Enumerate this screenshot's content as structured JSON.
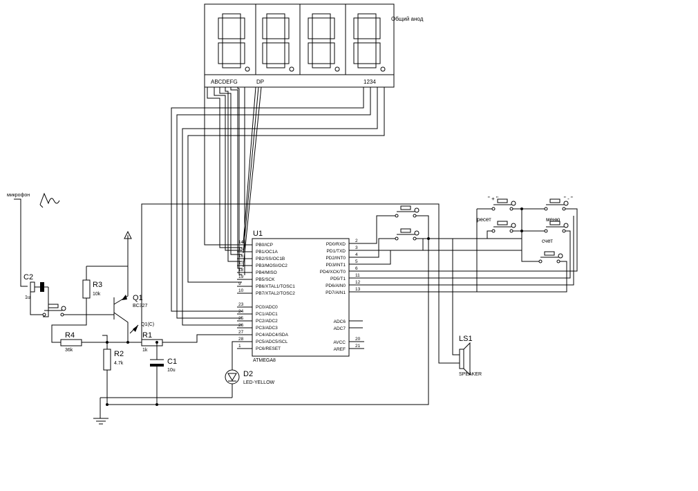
{
  "display": {
    "label": "Общий анод",
    "segment_pins": "ABCDEFG",
    "dp_pin": "DP",
    "digit_pins": "1234"
  },
  "mic": {
    "label": "микрофон"
  },
  "c2": {
    "ref": "C2",
    "value": "1u"
  },
  "r3": {
    "ref": "R3",
    "value": "10k"
  },
  "q1": {
    "ref": "Q1",
    "value": "BC327",
    "pin_label": "Q1(C)"
  },
  "r4": {
    "ref": "R4",
    "value": "36k"
  },
  "r2": {
    "ref": "R2",
    "value": "4.7k"
  },
  "r1": {
    "ref": "R1",
    "value": "1k"
  },
  "c1": {
    "ref": "C1",
    "value": "10u"
  },
  "d2": {
    "ref": "D2",
    "value": "LED-YELLOW"
  },
  "ls1": {
    "ref": "LS1",
    "value": "SPEAKER"
  },
  "u1": {
    "ref": "U1",
    "part": "ATMEGA8",
    "left_pins": [
      {
        "num": "14",
        "name": "PB0/ICP"
      },
      {
        "num": "15",
        "name": "PB1/OC1A"
      },
      {
        "num": "16",
        "name": "PB2/SS/OC1B"
      },
      {
        "num": "17",
        "name": "PB3/MOSI/OC2"
      },
      {
        "num": "18",
        "name": "PB4/MISO"
      },
      {
        "num": "19",
        "name": "PB5/SCK"
      },
      {
        "num": "9",
        "name": "PB6/XTAL1/TOSC1"
      },
      {
        "num": "10",
        "name": "PB7/XTAL2/TOSC2"
      },
      {
        "num": "23",
        "name": "PC0/ADC0"
      },
      {
        "num": "24",
        "name": "PC1/ADC1"
      },
      {
        "num": "25",
        "name": "PC2/ADC2"
      },
      {
        "num": "26",
        "name": "PC3/ADC3"
      },
      {
        "num": "27",
        "name": "PC4/ADC4/SDA"
      },
      {
        "num": "28",
        "name": "PC5/ADC5/SCL"
      },
      {
        "num": "1",
        "name": "PC6/RESET"
      }
    ],
    "right_pins": [
      {
        "num": "2",
        "name": "PD0/RXD"
      },
      {
        "num": "3",
        "name": "PD1/TXD"
      },
      {
        "num": "4",
        "name": "PD2/INT0"
      },
      {
        "num": "5",
        "name": "PD3/INT1"
      },
      {
        "num": "6",
        "name": "PD4/XCK/T0"
      },
      {
        "num": "11",
        "name": "PD5/T1"
      },
      {
        "num": "12",
        "name": "PD6/AIN0"
      },
      {
        "num": "13",
        "name": "PD7/AIN1"
      },
      {
        "num": "",
        "name": "ADC6"
      },
      {
        "num": "",
        "name": "ADC7"
      },
      {
        "num": "20",
        "name": "AVCC"
      },
      {
        "num": "21",
        "name": "AREF"
      }
    ]
  },
  "buttons": {
    "plus": "\" + \"",
    "minus": "\" - \"",
    "reset": "ресет",
    "menu": "меню",
    "count": "счет"
  }
}
